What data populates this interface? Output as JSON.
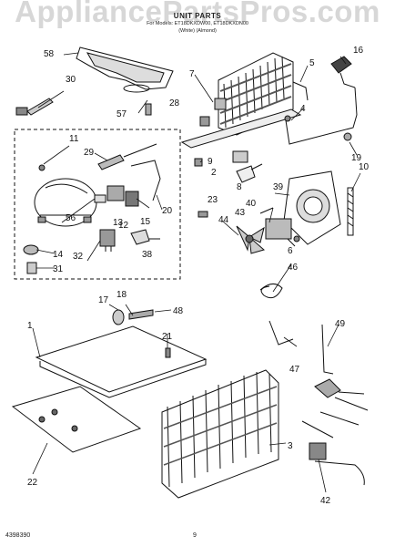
{
  "header": {
    "watermark": "AppliancePartsPros.com",
    "title": "UNIT PARTS",
    "models": "For Models: ET18DKXDW00, ET18DKXDN00",
    "colors": "(White)      (Almond)"
  },
  "callouts": [
    "58",
    "30",
    "57",
    "28",
    "7",
    "5",
    "16",
    "4",
    "11",
    "29",
    "9",
    "2",
    "8",
    "19",
    "10",
    "56",
    "15",
    "13",
    "20",
    "39",
    "23",
    "40",
    "43",
    "44",
    "6",
    "14",
    "12",
    "32",
    "31",
    "38",
    "46",
    "17",
    "18",
    "48",
    "1",
    "21",
    "49",
    "47",
    "3",
    "22",
    "42"
  ],
  "footer": {
    "doc_number": "4398390",
    "page": "9"
  }
}
